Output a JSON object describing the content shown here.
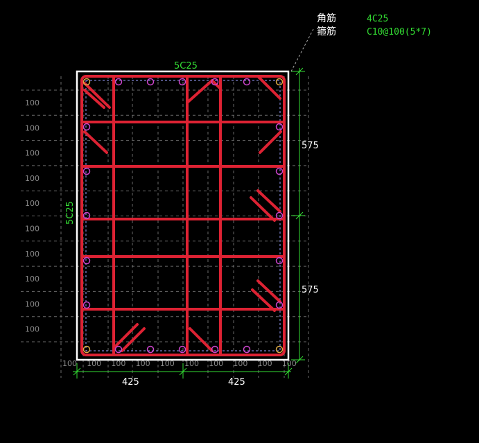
{
  "legend": {
    "corner_label": "角筋",
    "corner_value": "4C25",
    "stirrup_label": "箍筋",
    "stirrup_value": "C10@100(5*7)"
  },
  "section": {
    "top_bars": "5C25",
    "side_bars": "5C25"
  },
  "dimensions": {
    "right_upper": "575",
    "right_lower": "575",
    "bottom_left": "425",
    "bottom_right": "425"
  },
  "grid_labels": {
    "left": [
      "100",
      "100",
      "100",
      "100",
      "100",
      "100",
      "100",
      "100",
      "100",
      "100"
    ],
    "bottom": [
      "100",
      "100",
      "100",
      "100",
      "100",
      "100",
      "100",
      "100",
      "100",
      "100"
    ]
  },
  "colors": {
    "stirrup": "#dd2233",
    "outline": "#ffffff",
    "dimension": "#33dd33",
    "grid": "#6a6a6a",
    "bar_circle": "#cc44cc",
    "corner_circle": "#ddaa44"
  }
}
